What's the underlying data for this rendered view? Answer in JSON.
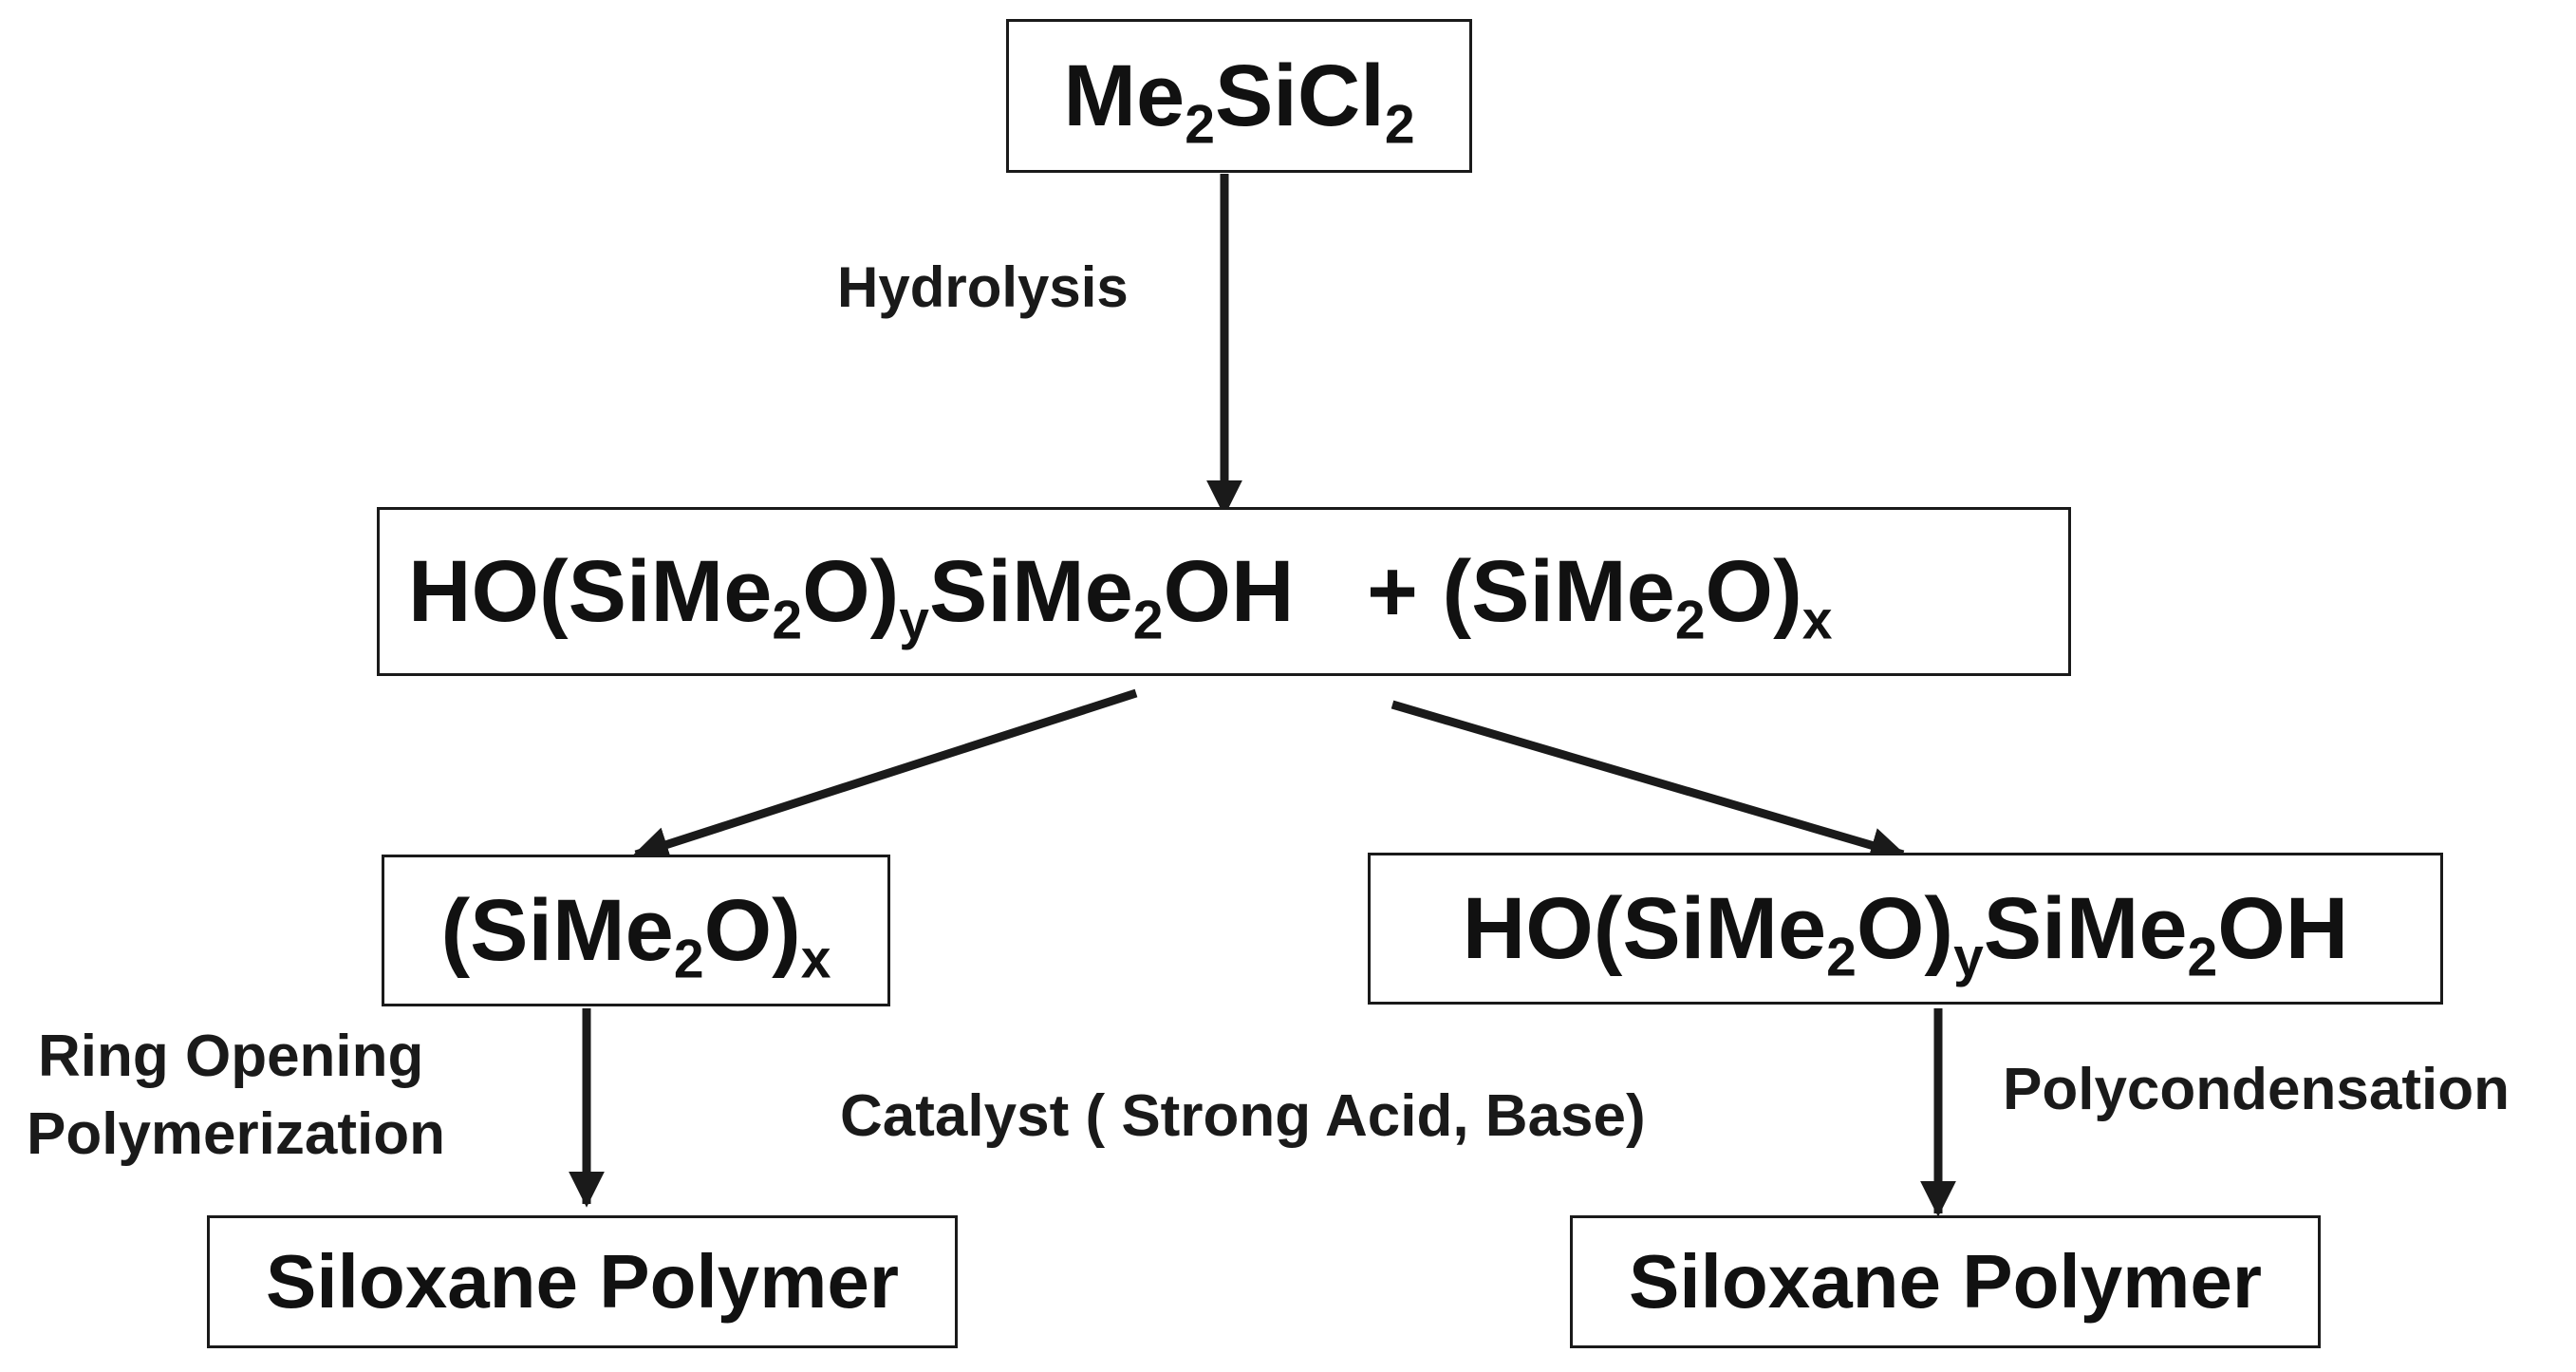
{
  "nodes": {
    "start": {
      "p1": "Me",
      "s1": "2",
      "p2": "SiCl",
      "s2": "2"
    },
    "mixture": {
      "p1": "HO(SiMe",
      "s1": "2",
      "p2": "O)",
      "s2": "y",
      "p3": "SiMe",
      "s3": "2",
      "p4": "OH",
      "plus": "+ (SiMe",
      "s4": "2",
      "p5": "O)",
      "s5": "x"
    },
    "cyclic": {
      "p1": "(SiMe",
      "s1": "2",
      "p2": "O)",
      "s2": "x"
    },
    "linear": {
      "p1": "HO(SiMe",
      "s1": "2",
      "p2": "O)",
      "s2": "y",
      "p3": "SiMe",
      "s3": "2",
      "p4": "OH"
    },
    "product_left": "Siloxane Polymer",
    "product_right": "Siloxane Polymer"
  },
  "labels": {
    "hydrolysis": "Hydrolysis",
    "ring_opening_1": "Ring Opening",
    "ring_opening_2": "Polymerization",
    "catalyst": "Catalyst ( Strong Acid, Base)",
    "polycondensation": "Polycondensation"
  },
  "colors": {
    "stroke": "#1a1a1a"
  }
}
